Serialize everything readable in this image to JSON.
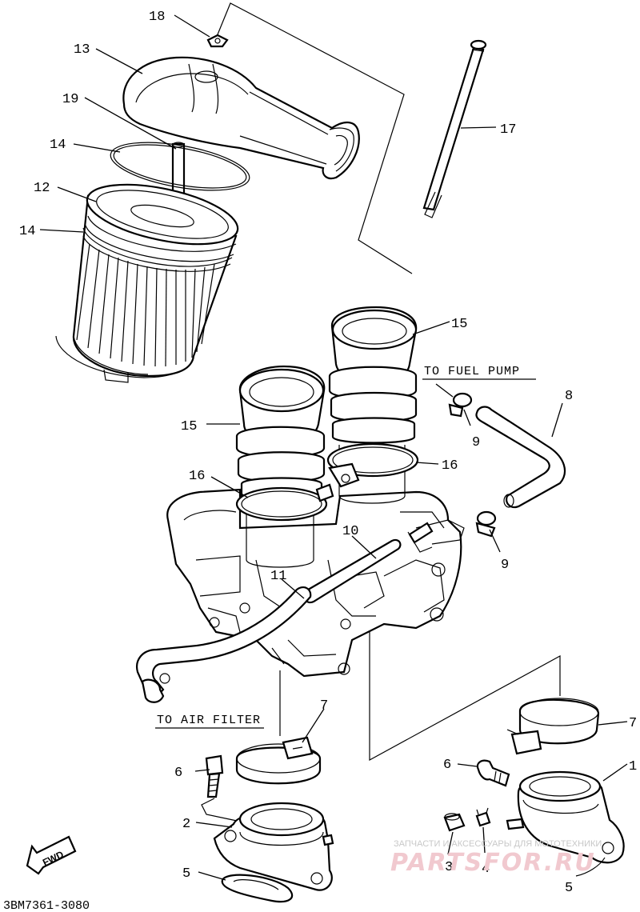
{
  "callouts": {
    "c1": "1",
    "c2": "2",
    "c3": "3",
    "c4": "4",
    "c5a": "5",
    "c5b": "5",
    "c6a": "6",
    "c6b": "6",
    "c7a": "7",
    "c7b": "7",
    "c8": "8",
    "c9a": "9",
    "c9b": "9",
    "c10": "10",
    "c11": "11",
    "c12": "12",
    "c13": "13",
    "c14a": "14",
    "c14b": "14",
    "c15a": "15",
    "c15b": "15",
    "c16a": "16",
    "c16b": "16",
    "c17": "17",
    "c18": "18",
    "c19": "19"
  },
  "labels": {
    "to_fuel_pump": "TO FUEL PUMP",
    "to_air_filter": "TO AIR FILTER",
    "fwd": "FWD",
    "diagram_code": "3BM7361-3080"
  },
  "watermark": {
    "line1": "ЗАПЧАСТИ И АКСЕССУАРЫ ДЛЯ МОТОТЕХНИКИ",
    "line2": "PARTSFOR.RU"
  }
}
